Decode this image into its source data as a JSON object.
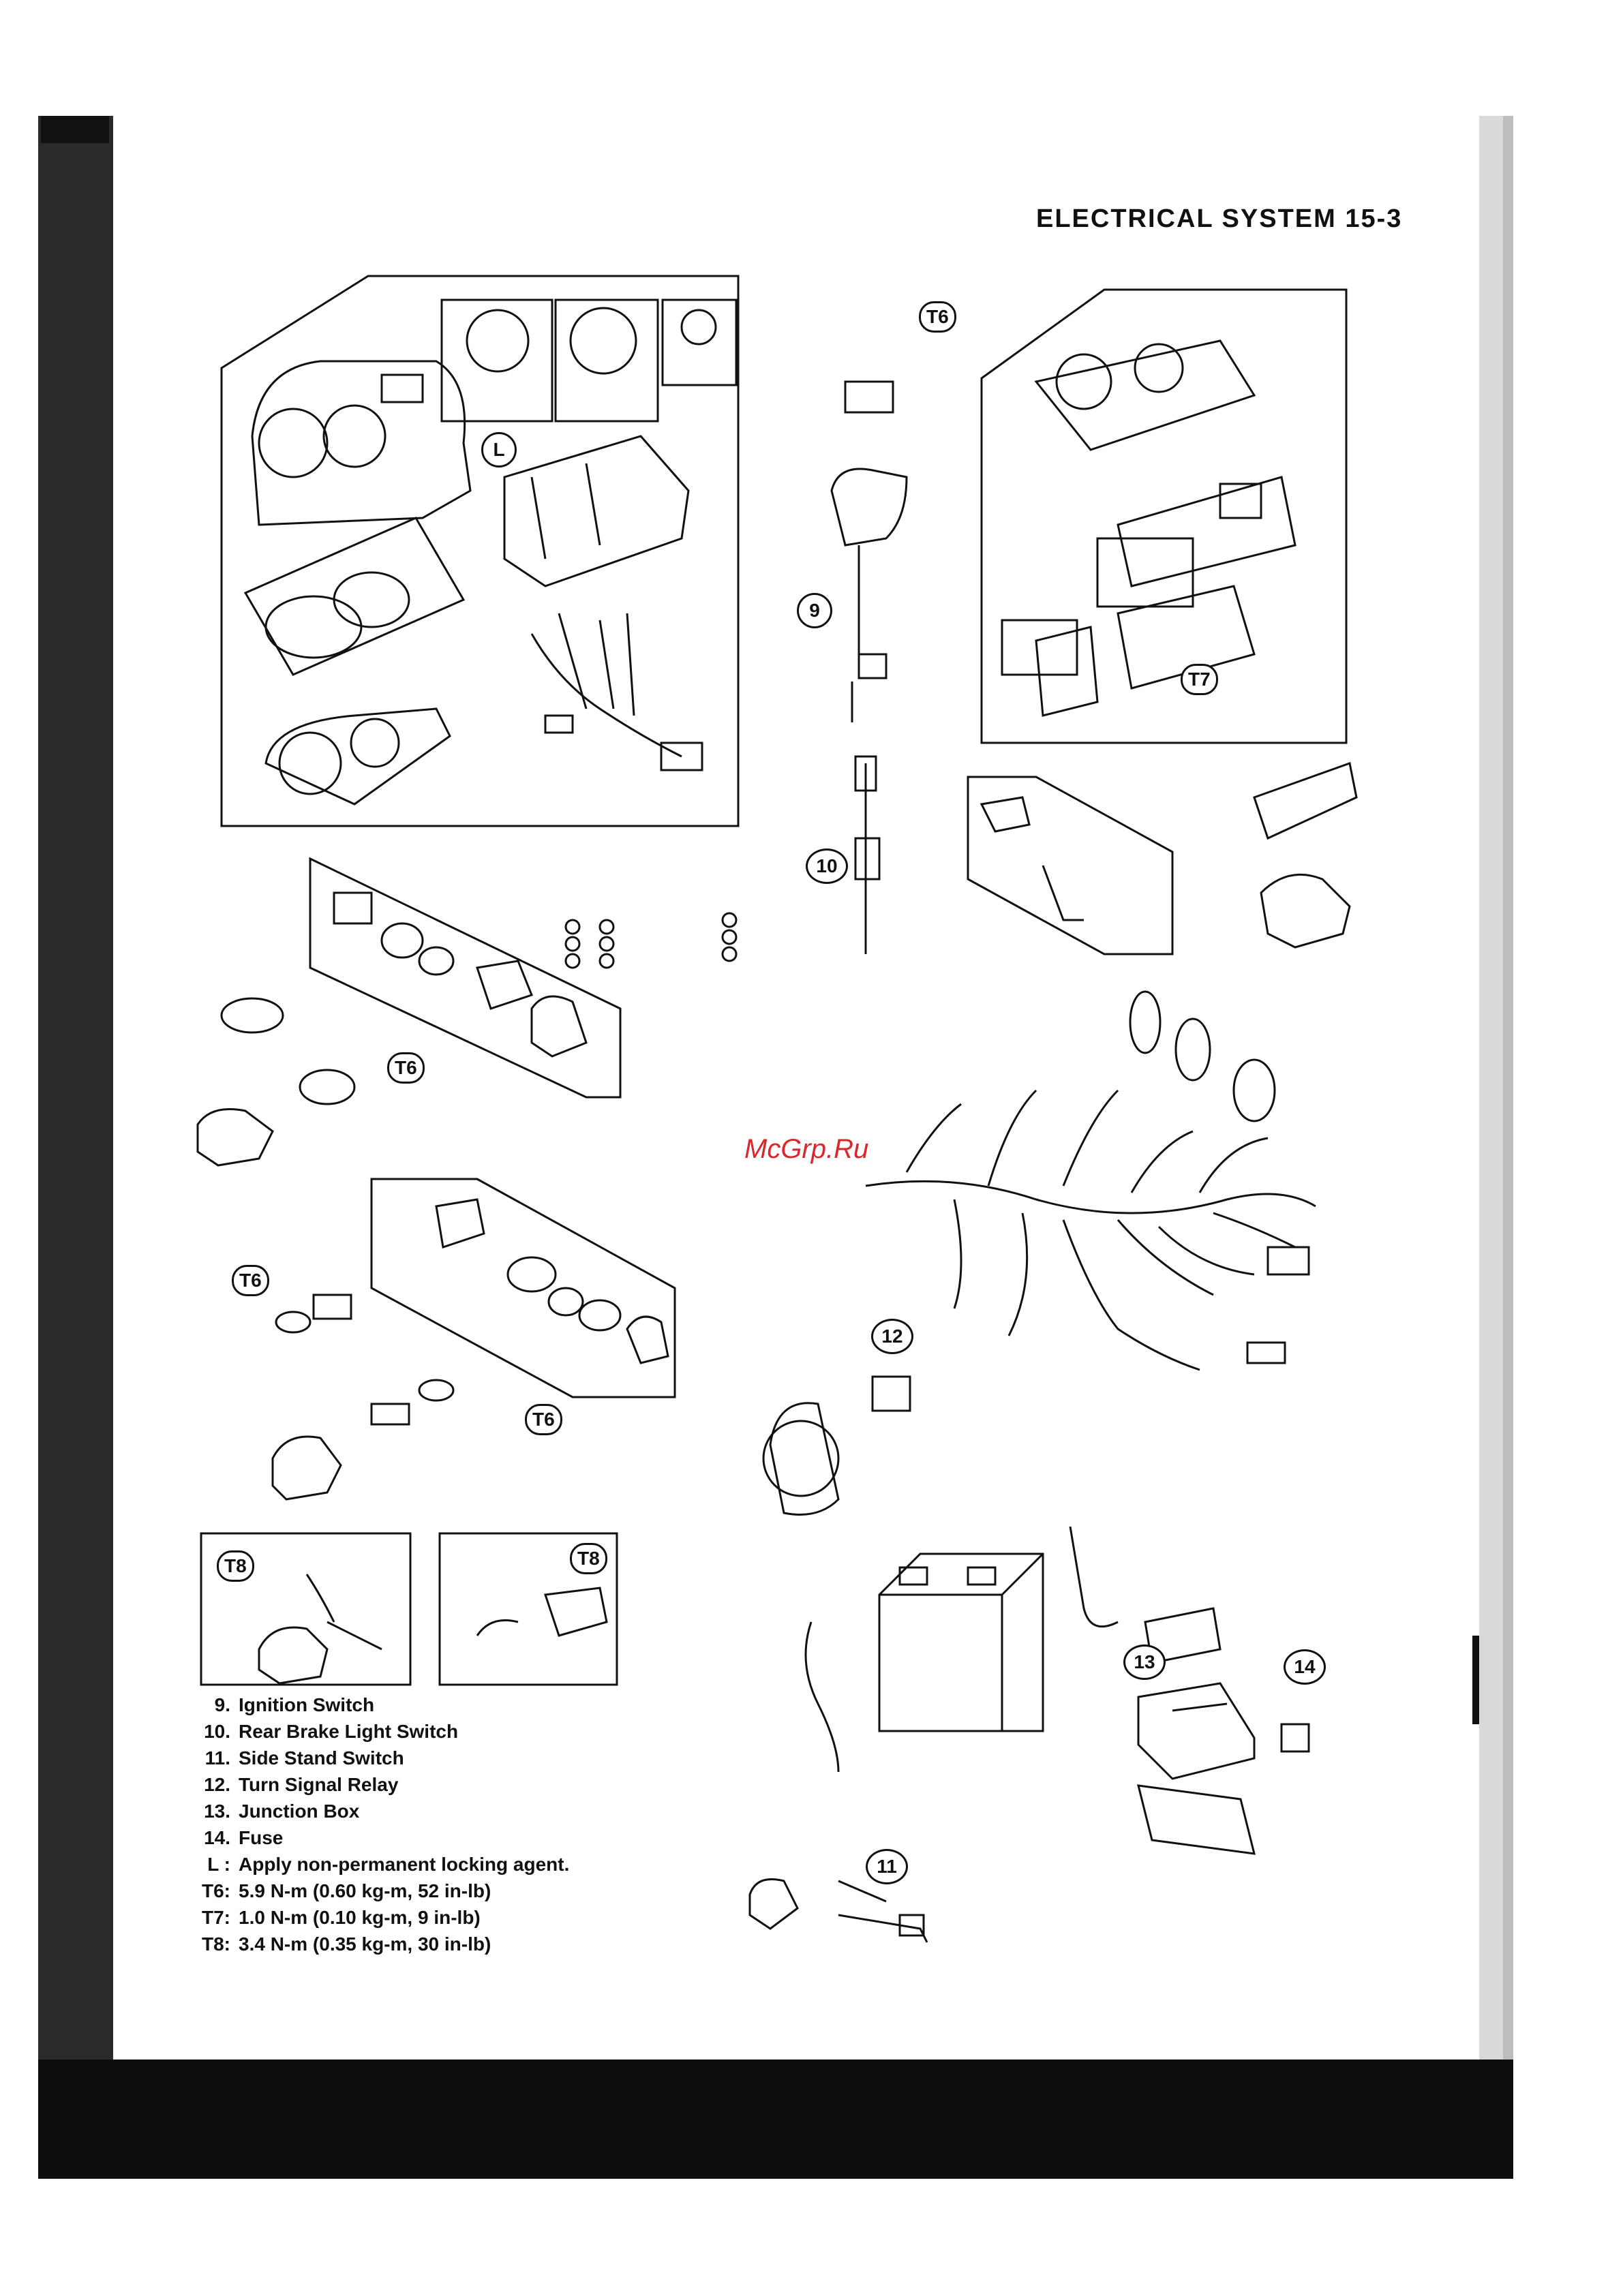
{
  "header": "ELECTRICAL SYSTEM 15-3",
  "watermark": "McGrp.Ru",
  "callouts": {
    "c9": "9",
    "c10": "10",
    "c11": "11",
    "c12": "12",
    "c13": "13",
    "c14": "14",
    "cL": "L",
    "t6a": "T6",
    "t6b": "T6",
    "t6c": "T6",
    "t6d": "T6",
    "t7": "T7",
    "t8a": "T8",
    "t8b": "T8"
  },
  "legend": [
    {
      "key": "9.",
      "text": "Ignition Switch"
    },
    {
      "key": "10.",
      "text": "Rear Brake Light Switch"
    },
    {
      "key": "11.",
      "text": "Side Stand Switch"
    },
    {
      "key": "12.",
      "text": "Turn Signal Relay"
    },
    {
      "key": "13.",
      "text": "Junction Box"
    },
    {
      "key": "14.",
      "text": "Fuse"
    },
    {
      "key": "L :",
      "text": "Apply non-permanent locking agent."
    },
    {
      "key": "T6:",
      "text": "5.9 N-m (0.60 kg-m, 52 in-lb)"
    },
    {
      "key": "T7:",
      "text": "1.0 N-m (0.10 kg-m, 9 in-lb)"
    },
    {
      "key": "T8:",
      "text": "3.4 N-m (0.35 kg-m, 30 in-lb)"
    }
  ],
  "colors": {
    "ink": "#111111",
    "scan_edge": "#1a1a1a",
    "watermark": "#d8272d",
    "paper": "#ffffff"
  }
}
